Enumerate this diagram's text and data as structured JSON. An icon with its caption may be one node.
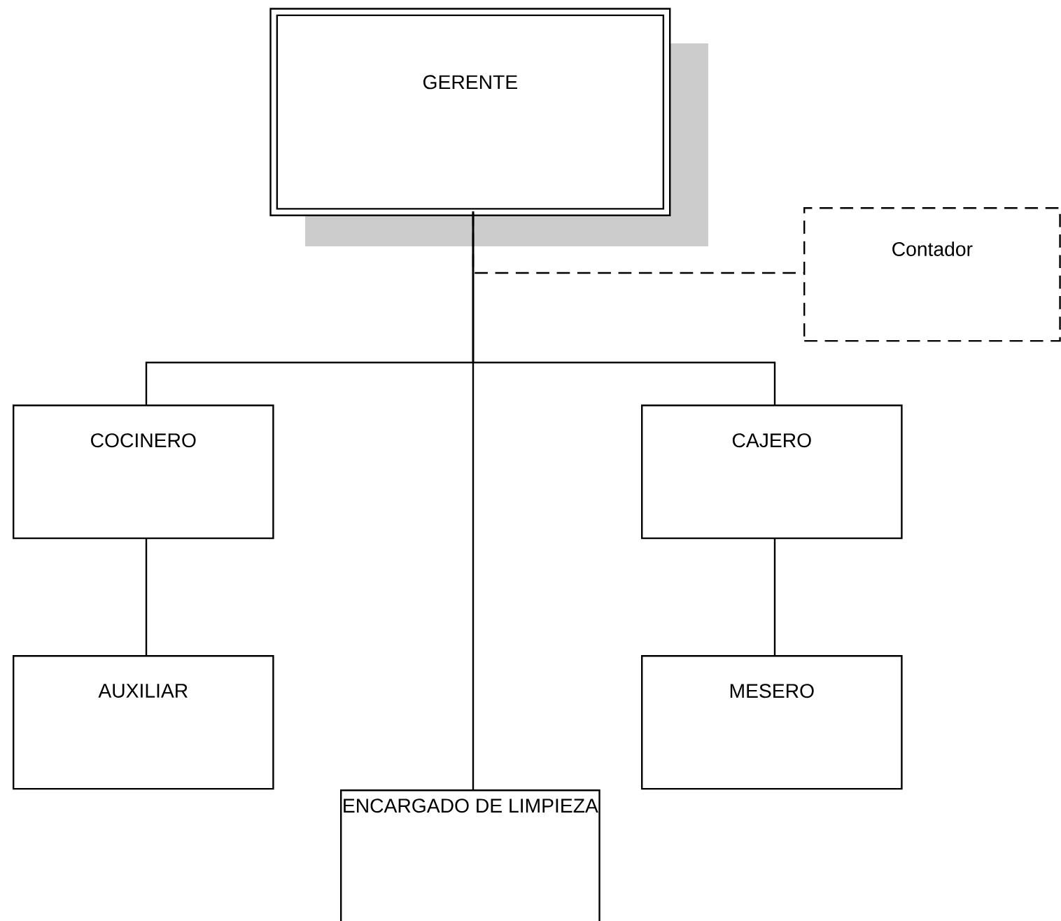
{
  "diagram": {
    "nodes": [
      {
        "text": [
          "GERENTE"
        ]
      },
      {
        "text": [
          "Contador"
        ]
      },
      {
        "text": [
          "COCINERO"
        ]
      },
      {
        "text": [
          "CAJERO"
        ]
      },
      {
        "text": [
          "AUXILIAR"
        ]
      },
      {
        "text": [
          "MESERO"
        ]
      },
      {
        "text": [
          "ENCARGADO DE LIMPIEZA"
        ]
      }
    ],
    "edges": [
      {
        "from": 0,
        "to": 1,
        "arrow": "none",
        "style": "dashed"
      },
      {
        "from": 0,
        "to": 2,
        "arrow": "none"
      },
      {
        "from": 0,
        "to": 6,
        "arrow": "none"
      },
      {
        "from": 0,
        "to": 3,
        "arrow": "none"
      },
      {
        "from": 2,
        "to": 4,
        "arrow": "none"
      },
      {
        "from": 3,
        "to": 5,
        "arrow": "none"
      }
    ]
  }
}
